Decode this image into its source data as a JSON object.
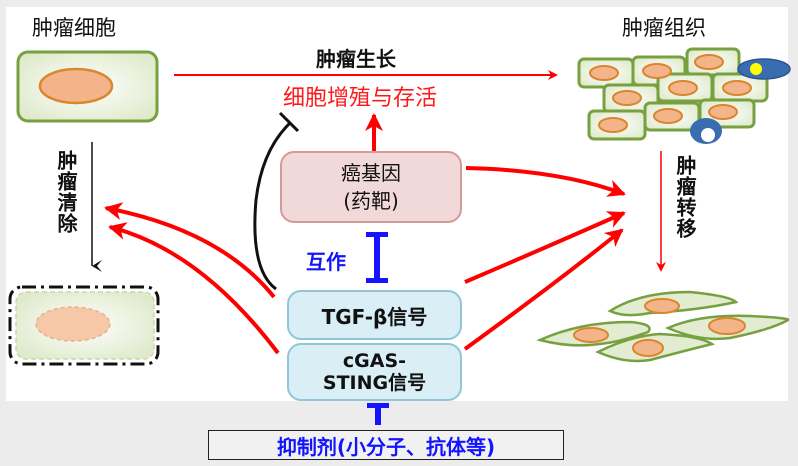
{
  "labels": {
    "tumor_cell": "肿瘤细胞",
    "tumor_tissue": "肿瘤组织",
    "tumor_growth": "肿瘤生长",
    "proliferation_survival": "细胞增殖与存活",
    "tumor_clearance": "肿瘤清除",
    "tumor_metastasis": "肿瘤转移",
    "interaction": "互作"
  },
  "boxes": {
    "oncogene": {
      "line1": "癌基因",
      "line2": "(药靶)"
    },
    "tgf_beta": {
      "label": "TGF-β信号"
    },
    "cgas_sting": {
      "line1": "cGAS-",
      "line2": "STING信号"
    },
    "inhibitor": {
      "label": "抑制剂(小分子、抗体等)"
    }
  },
  "colors": {
    "activation_arrow": "#ff0000",
    "inhibition": "#1414ff",
    "cell_border": "#77a040",
    "nucleus": "#f4b48a",
    "immune_cell": "#3a6db0"
  }
}
